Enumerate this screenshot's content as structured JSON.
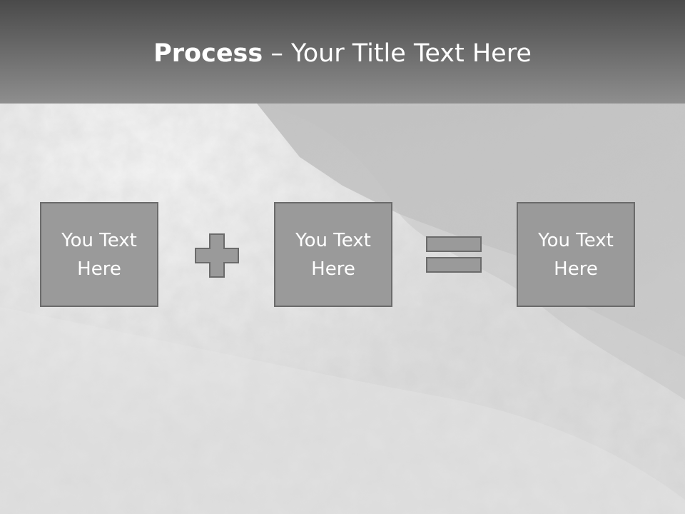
{
  "slide": {
    "title_bold": "Process",
    "title_rest": " – Your Title Text Here",
    "boxes": [
      {
        "text": "You Text Here"
      },
      {
        "text": "You Text Here"
      },
      {
        "text": "You Text Here"
      }
    ],
    "operators": [
      "plus-icon",
      "equals-icon"
    ],
    "colors": {
      "header_top": "#4a4a4a",
      "header_bottom": "#8e8e8e",
      "box_fill": "#9a9a9a",
      "box_border": "#6b6b6b",
      "text": "#ffffff"
    }
  }
}
